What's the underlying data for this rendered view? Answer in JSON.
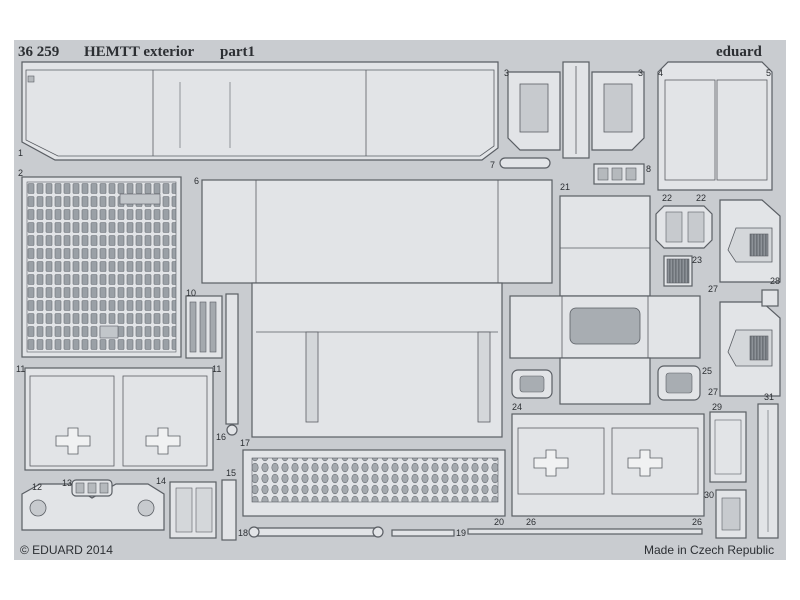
{
  "header": {
    "code": "36 259",
    "title": "HEMTT exterior",
    "part": "part1",
    "brand": "eduard"
  },
  "footer": {
    "copyright": "© EDUARD 2014",
    "origin": "Made in Czech Republic"
  },
  "part_numbers": [
    "1",
    "2",
    "3",
    "3",
    "4",
    "5",
    "6",
    "7",
    "8",
    "10",
    "11",
    "11",
    "12",
    "13",
    "14",
    "15",
    "16",
    "17",
    "18",
    "19",
    "20",
    "21",
    "22",
    "22",
    "23",
    "24",
    "25",
    "26",
    "26",
    "27",
    "27",
    "28",
    "29",
    "30",
    "31"
  ],
  "colors": {
    "sheet": "#c9ccd0",
    "part_fill": "#e2e4e7",
    "etch_line": "#5a5e64",
    "text": "#2c2f33"
  }
}
